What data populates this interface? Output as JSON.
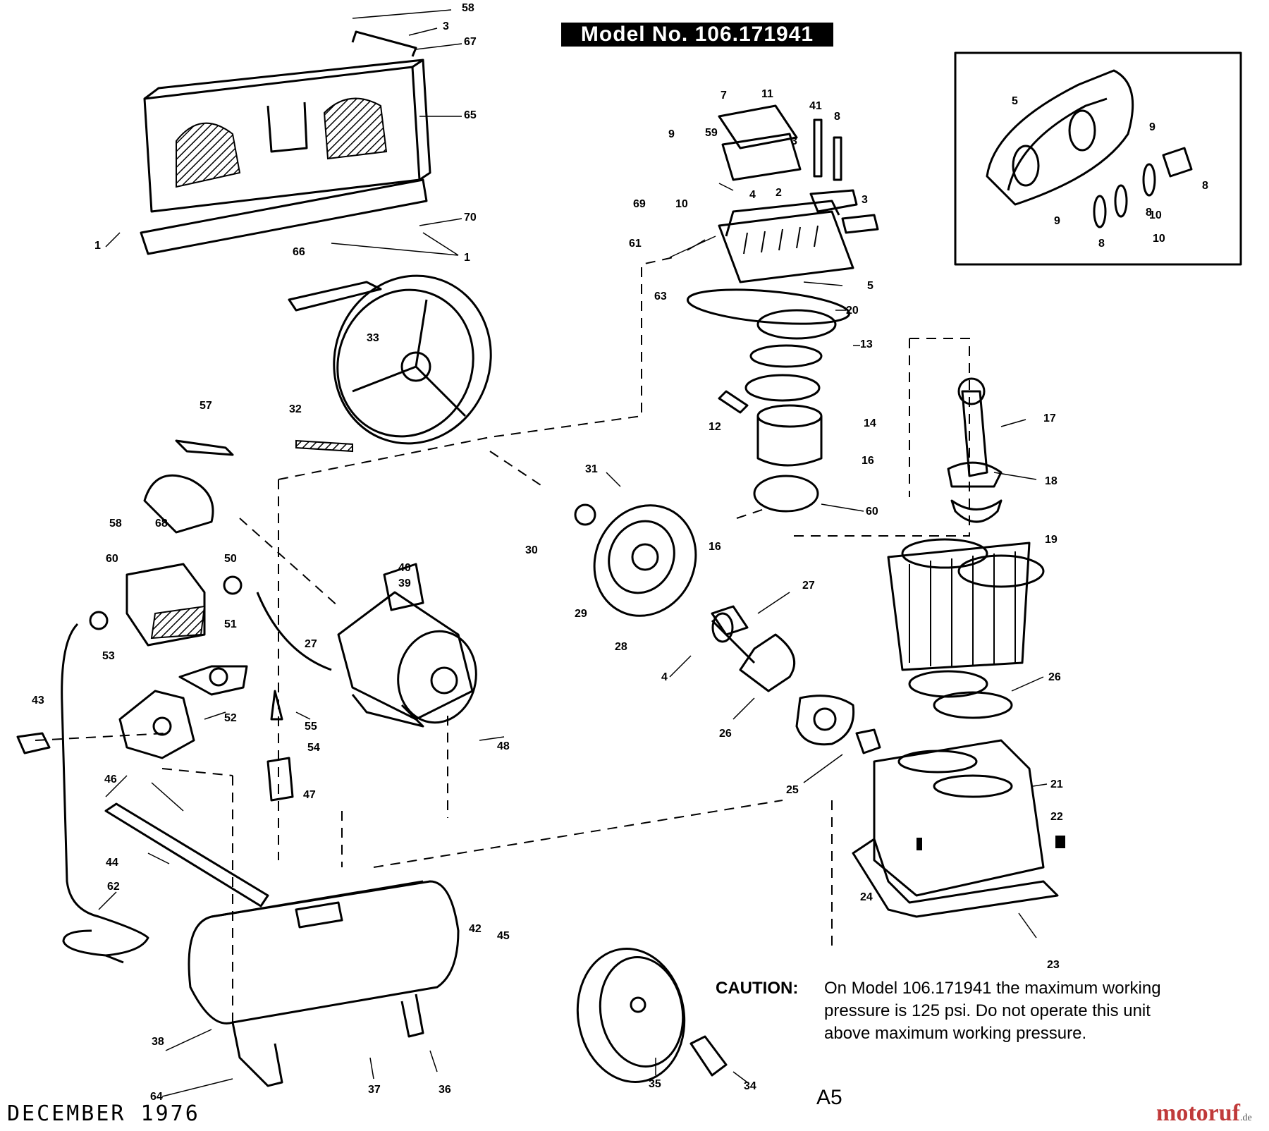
{
  "title": "Model No. 106.171941",
  "caution": {
    "label": "CAUTION:",
    "lines": [
      "On Model 106.171941 the maximum working",
      "pressure is 125 psi. Do not operate this unit",
      "above maximum working pressure."
    ]
  },
  "footer": {
    "date": "DECEMBER 1976",
    "page": "A5"
  },
  "watermark": {
    "name": "motoruf",
    "suffix": ".de"
  },
  "callouts": [
    {
      "id": "c58a",
      "text": "58"
    },
    {
      "id": "c3a",
      "text": "3"
    },
    {
      "id": "c67",
      "text": "67"
    },
    {
      "id": "c65",
      "text": "65"
    },
    {
      "id": "c1a",
      "text": "1"
    },
    {
      "id": "c66",
      "text": "66"
    },
    {
      "id": "c70",
      "text": "70"
    },
    {
      "id": "c1b",
      "text": "1"
    },
    {
      "id": "c7",
      "text": "7"
    },
    {
      "id": "c11",
      "text": "11"
    },
    {
      "id": "c41",
      "text": "41"
    },
    {
      "id": "c8a",
      "text": "8"
    },
    {
      "id": "c9a",
      "text": "9"
    },
    {
      "id": "c59",
      "text": "59"
    },
    {
      "id": "c3b",
      "text": "3"
    },
    {
      "id": "c10a",
      "text": "10"
    },
    {
      "id": "c4a",
      "text": "4"
    },
    {
      "id": "c2",
      "text": "2"
    },
    {
      "id": "c3c",
      "text": "3"
    },
    {
      "id": "c69",
      "text": "69"
    },
    {
      "id": "c61",
      "text": "61"
    },
    {
      "id": "c63",
      "text": "63"
    },
    {
      "id": "c5a",
      "text": "5"
    },
    {
      "id": "c20a",
      "text": "20"
    },
    {
      "id": "c13",
      "text": "13"
    },
    {
      "id": "c12",
      "text": "12"
    },
    {
      "id": "c14",
      "text": "14"
    },
    {
      "id": "c16a",
      "text": "16"
    },
    {
      "id": "c60a",
      "text": "60"
    },
    {
      "id": "c16b",
      "text": "16"
    },
    {
      "id": "c5b",
      "text": "5"
    },
    {
      "id": "c9b",
      "text": "9"
    },
    {
      "id": "c8b",
      "text": "8"
    },
    {
      "id": "c10b",
      "text": "10"
    },
    {
      "id": "c9c",
      "text": "9"
    },
    {
      "id": "c8c",
      "text": "8"
    },
    {
      "id": "c10c",
      "text": "10"
    },
    {
      "id": "c8d",
      "text": "8"
    },
    {
      "id": "c33",
      "text": "33"
    },
    {
      "id": "c32",
      "text": "32"
    },
    {
      "id": "c17",
      "text": "17"
    },
    {
      "id": "c18",
      "text": "18"
    },
    {
      "id": "c19",
      "text": "19"
    },
    {
      "id": "c57",
      "text": "57"
    },
    {
      "id": "c58b",
      "text": "58"
    },
    {
      "id": "c68",
      "text": "68"
    },
    {
      "id": "c31",
      "text": "31"
    },
    {
      "id": "c30",
      "text": "30"
    },
    {
      "id": "c29",
      "text": "29"
    },
    {
      "id": "c28",
      "text": "28"
    },
    {
      "id": "c27a",
      "text": "27"
    },
    {
      "id": "c4b",
      "text": "4"
    },
    {
      "id": "c26a",
      "text": "26"
    },
    {
      "id": "c26b",
      "text": "26"
    },
    {
      "id": "c25",
      "text": "25"
    },
    {
      "id": "c21",
      "text": "21"
    },
    {
      "id": "c22",
      "text": "22"
    },
    {
      "id": "c24",
      "text": "24"
    },
    {
      "id": "c23",
      "text": "23"
    },
    {
      "id": "c60b",
      "text": "60"
    },
    {
      "id": "c50",
      "text": "50"
    },
    {
      "id": "c40",
      "text": "40"
    },
    {
      "id": "c39",
      "text": "39"
    },
    {
      "id": "c53",
      "text": "53"
    },
    {
      "id": "c51",
      "text": "51"
    },
    {
      "id": "c27b",
      "text": "27"
    },
    {
      "id": "c52",
      "text": "52"
    },
    {
      "id": "c43",
      "text": "43"
    },
    {
      "id": "c46",
      "text": "46"
    },
    {
      "id": "c55",
      "text": "55"
    },
    {
      "id": "c54",
      "text": "54"
    },
    {
      "id": "c47",
      "text": "47"
    },
    {
      "id": "c48",
      "text": "48"
    },
    {
      "id": "c44",
      "text": "44"
    },
    {
      "id": "c62",
      "text": "62"
    },
    {
      "id": "c42",
      "text": "42"
    },
    {
      "id": "c45",
      "text": "45"
    },
    {
      "id": "c38",
      "text": "38"
    },
    {
      "id": "c64",
      "text": "64"
    },
    {
      "id": "c37",
      "text": "37"
    },
    {
      "id": "c36",
      "text": "36"
    },
    {
      "id": "c35",
      "text": "35"
    },
    {
      "id": "c34",
      "text": "34"
    }
  ]
}
